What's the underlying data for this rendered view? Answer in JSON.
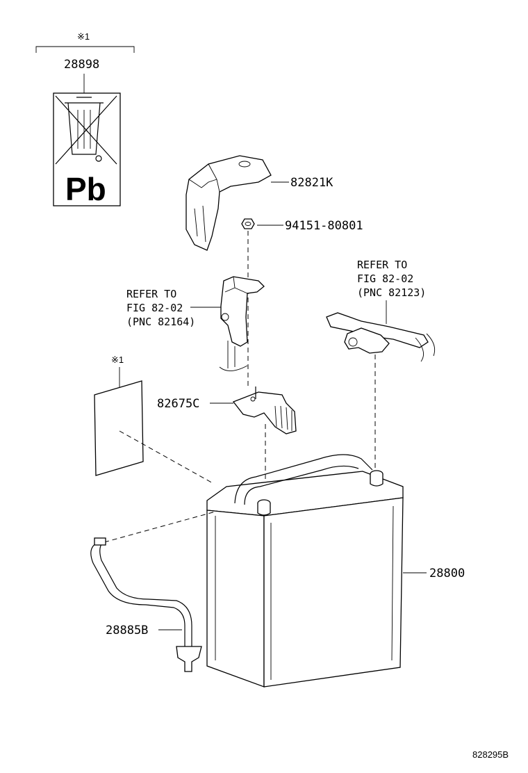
{
  "labels": {
    "note_marker_top": "※1",
    "note_marker_mid": "※1",
    "part_28898": "28898",
    "pb_symbol": "Pb",
    "part_82821k": "82821K",
    "part_94151": "94151-80801",
    "refer_left_line1": "REFER TO",
    "refer_left_line2": "FIG 82-02",
    "refer_left_line3": "(PNC 82164)",
    "refer_right_line1": "REFER TO",
    "refer_right_line2": "FIG 82-02",
    "refer_right_line3": "(PNC 82123)",
    "part_82675c": "82675C",
    "part_28800": "28800",
    "part_28885b": "28885B",
    "figure_code": "828295B"
  },
  "icons": [
    "crossed-bin-icon",
    "battery-icon",
    "bolt-icon",
    "terminal-clamp-icon",
    "vent-hose-icon"
  ]
}
